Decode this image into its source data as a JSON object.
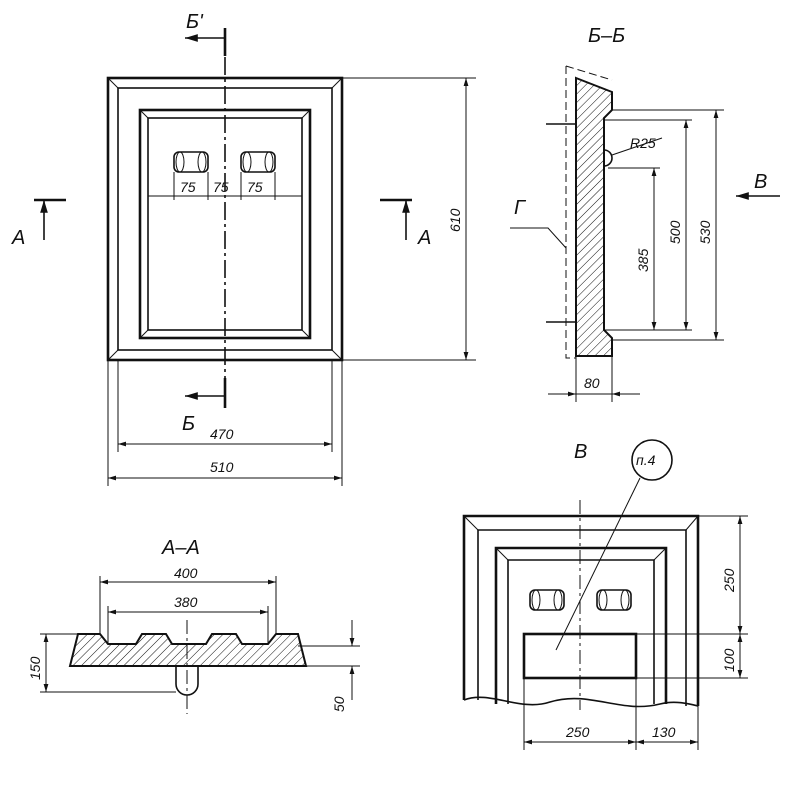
{
  "front_view": {
    "section_mark_top": "Б'",
    "section_mark_bottom": "Б",
    "cut_left": "А",
    "cut_right": "А",
    "dim_opening_width": "470",
    "dim_outer_width": "510",
    "dim_height": "610",
    "dim_pitch": [
      "75",
      "75",
      "75"
    ]
  },
  "section_bb": {
    "title": "Б–Б",
    "label_g": "Г",
    "label_v_arrow": "В",
    "dim_radius": "R25",
    "dim_385": "385",
    "dim_500": "500",
    "dim_530": "530",
    "dim_80": "80"
  },
  "section_aa": {
    "title": "А–А",
    "dim_400": "400",
    "dim_380": "380",
    "dim_150": "150",
    "dim_50": "50"
  },
  "view_v": {
    "title": "В",
    "callout": "п.4",
    "dim_250_v": "250",
    "dim_100": "100",
    "dim_250_h": "250",
    "dim_130": "130"
  }
}
